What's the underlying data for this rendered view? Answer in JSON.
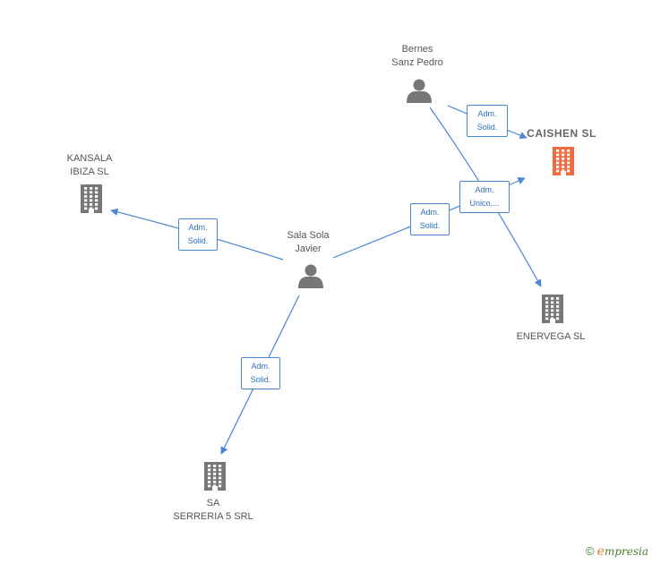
{
  "nodes": [
    {
      "id": "bernes",
      "kind": "person",
      "lines": [
        "Bernes",
        "Sanz Pedro"
      ]
    },
    {
      "id": "caishen",
      "kind": "company-main",
      "lines": [
        "CAISHEN SL"
      ]
    },
    {
      "id": "kansala",
      "kind": "company",
      "lines": [
        "KANSALA",
        "IBIZA SL"
      ]
    },
    {
      "id": "sala",
      "kind": "person",
      "lines": [
        "Sala Sola",
        "Javier"
      ]
    },
    {
      "id": "enervega",
      "kind": "company",
      "lines": [
        "ENERVEGA SL"
      ]
    },
    {
      "id": "serreria",
      "kind": "company",
      "lines": [
        "SA",
        "SERRERIA 5 SRL"
      ]
    }
  ],
  "edges": [
    {
      "from": "bernes",
      "to": "caishen",
      "lines": [
        "Adm.",
        "Solid."
      ]
    },
    {
      "from": "bernes",
      "to": "enervega",
      "lines": [
        "Adm.",
        "Unico,..."
      ]
    },
    {
      "from": "sala",
      "to": "caishen",
      "lines": [
        "Adm.",
        "Solid."
      ]
    },
    {
      "from": "sala",
      "to": "kansala",
      "lines": [
        "Adm.",
        "Solid."
      ]
    },
    {
      "from": "sala",
      "to": "serreria",
      "lines": [
        "Adm.",
        "Solid."
      ]
    }
  ],
  "colors": {
    "edge": "#4a86d4",
    "person_icon": "#777777",
    "company_icon": "#777777",
    "main_company_icon": "#f26a3f"
  },
  "footer": {
    "copyright_symbol": "©",
    "brand_initial": "e",
    "brand_rest": "mpresia"
  }
}
